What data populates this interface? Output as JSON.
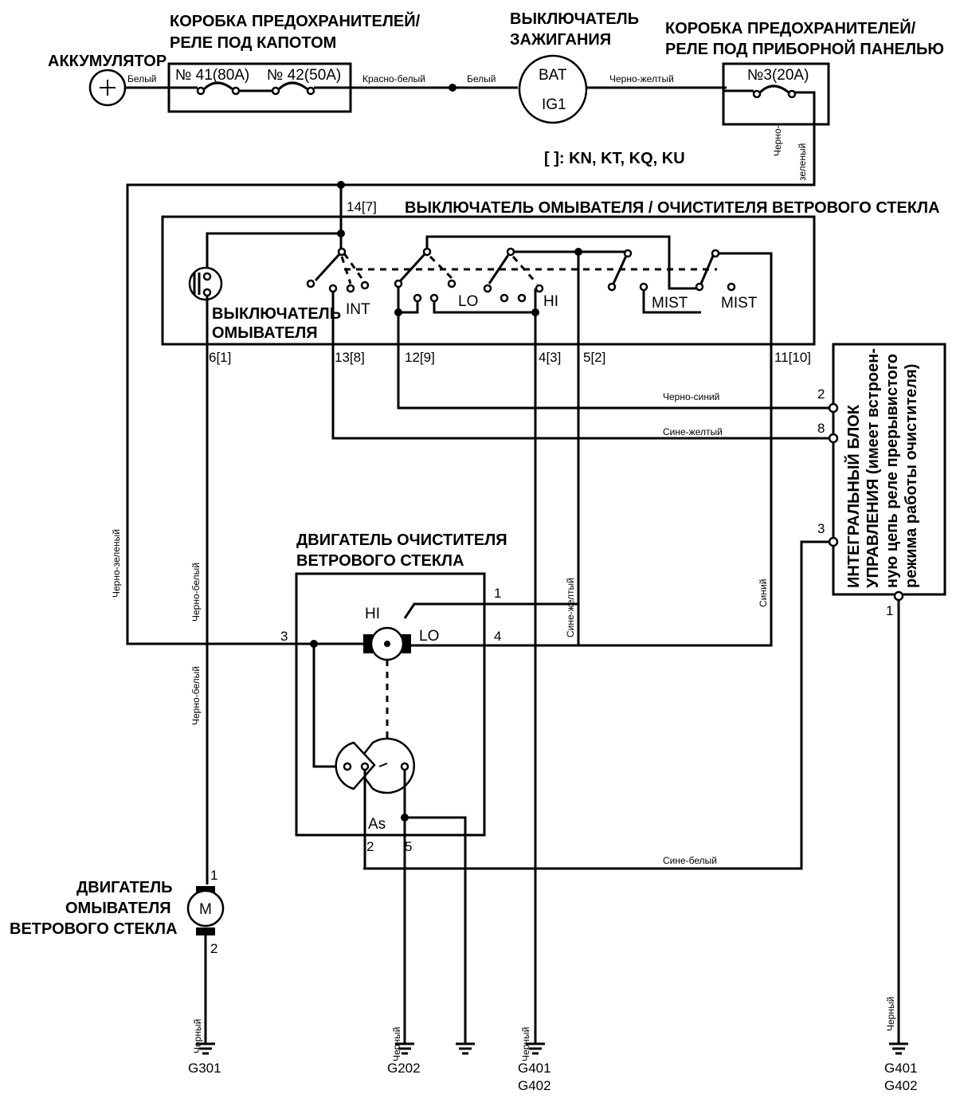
{
  "components": {
    "battery": "АККУМУЛЯТОР",
    "hood_box_l1": "КОРОБКА ПРЕДОХРАНИТЕЛЕЙ/",
    "hood_box_l2": "РЕЛЕ ПОД КАПОТОМ",
    "fuse41": "№ 41(80А)",
    "fuse42": "№ 42(50А)",
    "ign_l1": "ВЫКЛЮЧАТЕЛЬ",
    "ign_l2": "ЗАЖИГАНИЯ",
    "ign_bat": "BAT",
    "ign_ig1": "IG1",
    "dash_box_l1": "КОРОБКА ПРЕДОХРАНИТЕЛЕЙ/",
    "dash_box_l2": "РЕЛЕ ПОД ПРИБОРНОЙ ПАНЕЛЬЮ",
    "fuse3": "№3(20А)",
    "variants": "[ ]: KN, KT, KQ, KU",
    "switch_title": "ВЫКЛЮЧАТЕЛЬ ОМЫВАТЕЛЯ / ОЧИСТИТЕЛЯ ВЕТРОВОГО СТЕКЛА",
    "washer_switch_l1": "ВЫКЛЮЧАТЕЛЬ",
    "washer_switch_l2": "ОМЫВАТЕЛЯ",
    "pos_int": "INT",
    "pos_lo": "LO",
    "pos_hi": "HI",
    "pos_mist1": "MIST",
    "pos_mist2": "MIST",
    "wiper_motor_l1": "ДВИГАТЕЛЬ ОЧИСТИТЕЛЯ",
    "wiper_motor_l2": "ВЕТРОВОГО СТЕКЛА",
    "motor_hi": "HI",
    "motor_lo": "LO",
    "motor_as": "As",
    "washer_motor_l1": "ДВИГАТЕЛЬ",
    "washer_motor_l2": "ОМЫВАТЕЛЯ",
    "washer_motor_l3": "ВЕТРОВОГО СТЕКЛА",
    "washer_motor_m": "M",
    "icu_l1": "ИНТЕГРАЛЬНЫЙ БЛОК",
    "icu_l2": "УПРАВЛЕНИЯ (имеет встроен-",
    "icu_l3": "ную цепь реле прерывистого",
    "icu_l4": "режима работы очистителя)"
  },
  "terminals": {
    "sw14": "14[7]",
    "sw6": "6[1]",
    "sw13": "13[8]",
    "sw12": "12[9]",
    "sw4": "4[3]",
    "sw5": "5[2]",
    "sw11": "11[10]",
    "icu2": "2",
    "icu8": "8",
    "icu3": "3",
    "icu1": "1",
    "m1": "1",
    "m3": "3",
    "m4": "4",
    "m2": "2",
    "m5": "5",
    "wm1": "1",
    "wm2": "2"
  },
  "wires": {
    "w_bat": "Белый",
    "w_redwhite": "Красно-белый",
    "w_white": "Белый",
    "w_blackyellow": "Черно-желтый",
    "w_bg_right_l1": "Черно-",
    "w_bg_right_l2": "зеленый",
    "w_blackblue": "Черно-синий",
    "w_blueyellow": "Сине-желтый",
    "w_bg_left": "Черно-зеленый",
    "w_bw_top": "Черно-белый",
    "w_bw_bottom": "Черно-белый",
    "w_by_vert": "Сине-желтый",
    "w_blue": "Синий",
    "w_bluewhite": "Сине-белый",
    "w_black1": "Черный",
    "w_black2": "Черный",
    "w_black3": "Черный",
    "w_black4": "Черный"
  },
  "grounds": {
    "g301": "G301",
    "g202": "G202",
    "g401a": "G401",
    "g402a": "G402",
    "g401b": "G401",
    "g402b": "G402"
  }
}
